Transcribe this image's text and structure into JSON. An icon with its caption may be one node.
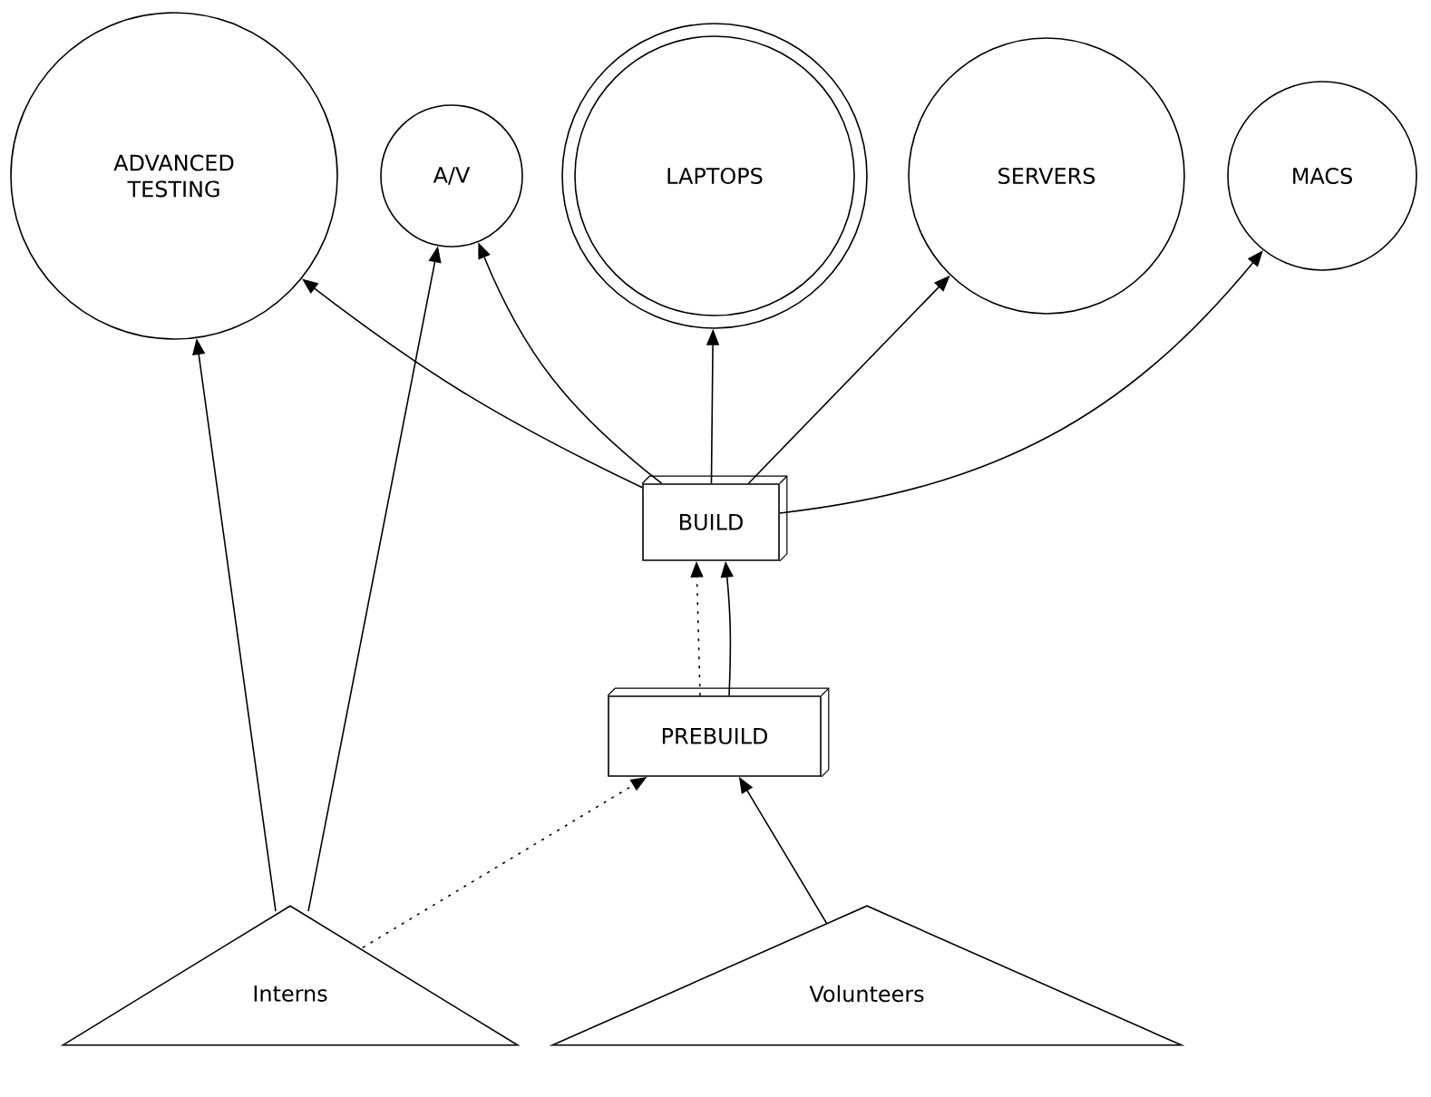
{
  "diagram": {
    "nodes": [
      {
        "text": [
          "ADVANCED TESTING"
        ]
      },
      {
        "text": [
          "A/V"
        ]
      },
      {
        "text": [
          "LAPTOPS"
        ]
      },
      {
        "text": [
          "SERVERS"
        ]
      },
      {
        "text": [
          "MACS"
        ]
      },
      {
        "text": [
          "BUILD"
        ]
      },
      {
        "text": [
          "PREBUILD"
        ]
      },
      {
        "text": [
          "Interns"
        ]
      },
      {
        "text": [
          "Volunteers"
        ]
      }
    ],
    "edges": [
      {
        "from": 5,
        "to": 0,
        "arrow": "to"
      },
      {
        "from": 5,
        "to": 1,
        "arrow": "to"
      },
      {
        "from": 5,
        "to": 2,
        "arrow": "to"
      },
      {
        "from": 5,
        "to": 3,
        "arrow": "to"
      },
      {
        "from": 5,
        "to": 4,
        "arrow": "to"
      },
      {
        "from": 6,
        "to": 5,
        "arrow": "to",
        "style": "dashed"
      },
      {
        "from": 6,
        "to": 5,
        "arrow": "to"
      },
      {
        "from": 7,
        "to": 0,
        "arrow": "to"
      },
      {
        "from": 7,
        "to": 1,
        "arrow": "to"
      },
      {
        "from": 7,
        "to": 6,
        "arrow": "to",
        "style": "dashed"
      },
      {
        "from": 8,
        "to": 6,
        "arrow": "to"
      }
    ]
  }
}
